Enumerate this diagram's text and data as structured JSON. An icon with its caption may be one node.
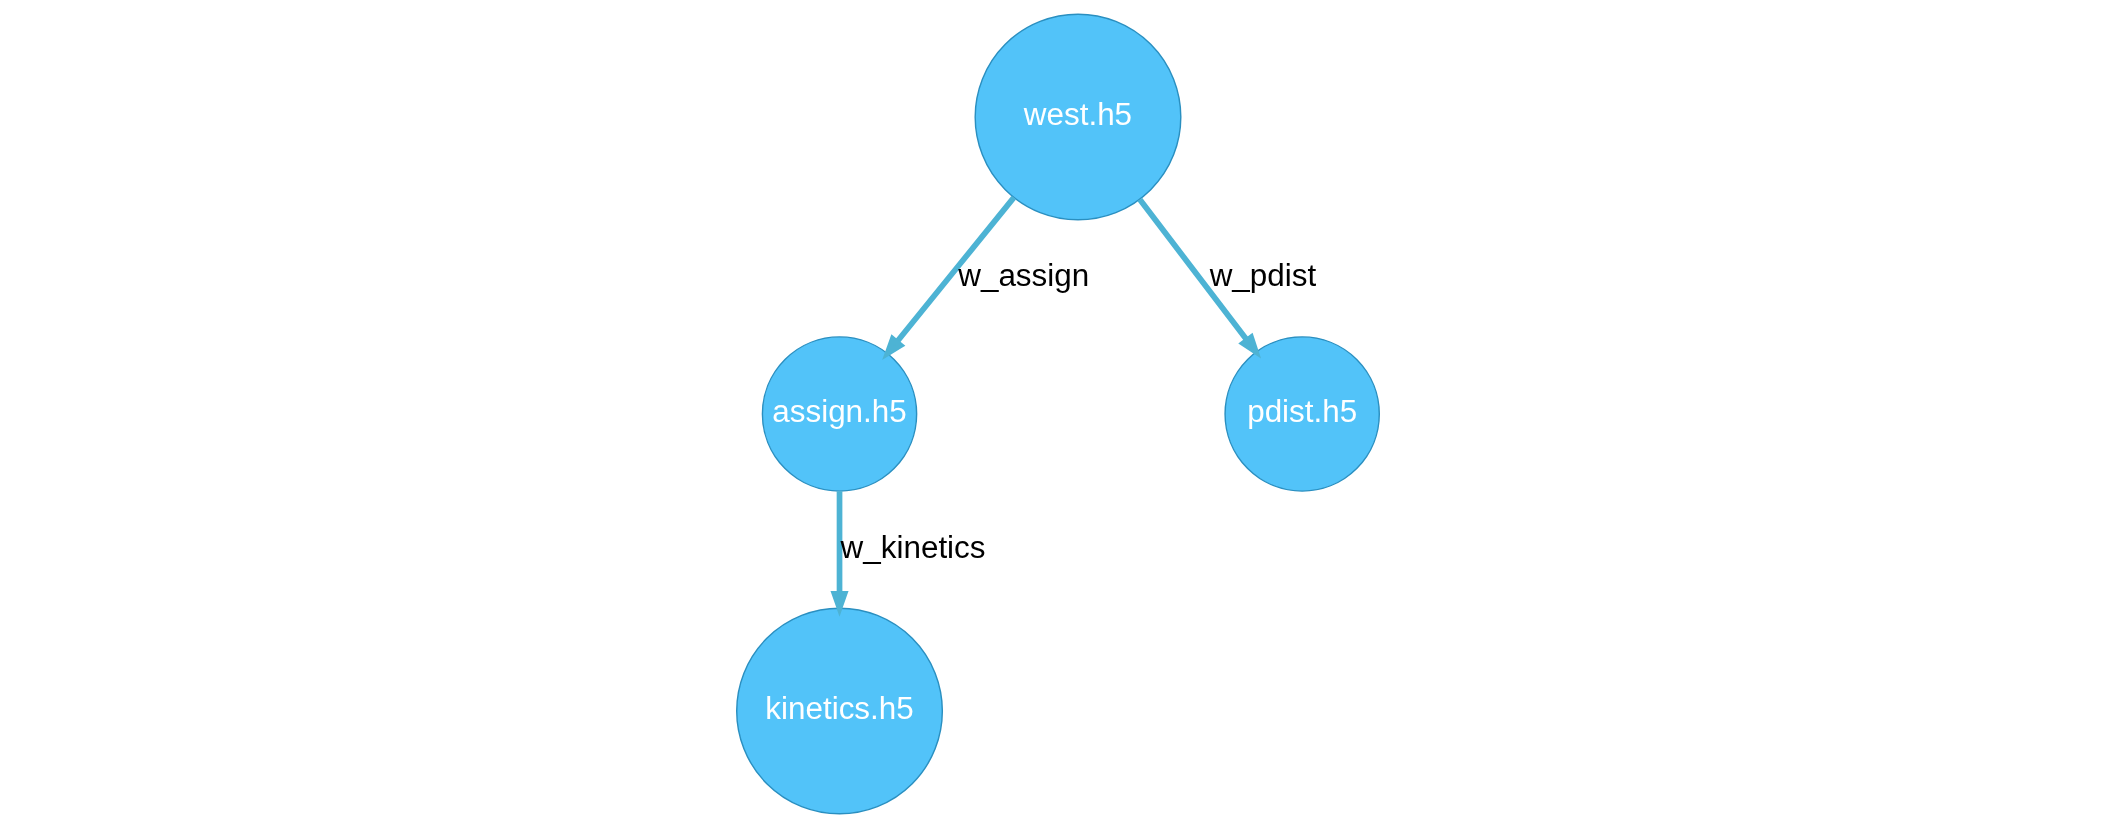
{
  "diagram": {
    "nodes": [
      {
        "text": [
          "west.h5"
        ]
      },
      {
        "text": [
          "assign.h5"
        ]
      },
      {
        "text": [
          "pdist.h5"
        ]
      },
      {
        "text": [
          "kinetics.h5"
        ]
      }
    ],
    "edges": [
      {
        "from": 0,
        "to": 2,
        "arrow": "to",
        "label": "w_pdist"
      },
      {
        "from": 0,
        "to": 1,
        "arrow": "to",
        "label": "w_assign"
      },
      {
        "from": 1,
        "to": 3,
        "arrow": "to",
        "label": "w_kinetics"
      }
    ]
  }
}
